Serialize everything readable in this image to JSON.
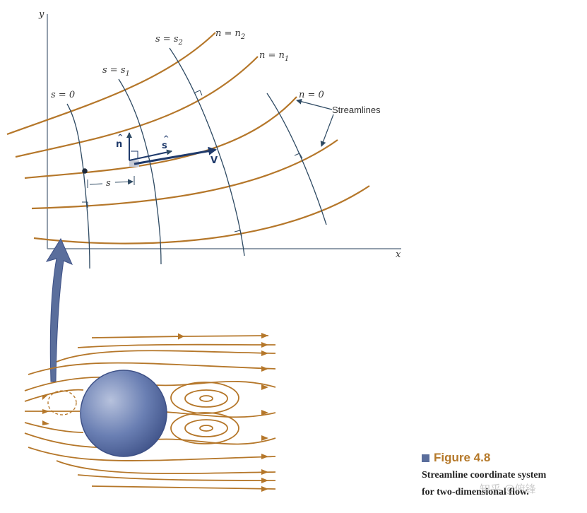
{
  "colors": {
    "streamline": "#b5772a",
    "line": "#2e4a63",
    "axis": "#6f7e90",
    "cylinder": "#4a5f98",
    "accent": "#b5792a"
  },
  "axes": {
    "x": "x",
    "y": "y"
  },
  "labels": {
    "s0": "s = 0",
    "s1_main": "s = s",
    "s1_sub": "1",
    "s2_main": "s = s",
    "s2_sub": "2",
    "n2_main": "n = n",
    "n2_sub": "2",
    "n1_main": "n = n",
    "n1_sub": "1",
    "n0": "n = 0",
    "streamlines": "Streamlines",
    "n_hat": "n",
    "s_hat": "s",
    "v": "V",
    "s_dist": "s"
  },
  "caption": {
    "figure": "Figure 4.8",
    "line1": "Streamline coordinate system",
    "line2": "for two-dimensional flow.",
    "watermark": "知乎 @俯锋"
  }
}
